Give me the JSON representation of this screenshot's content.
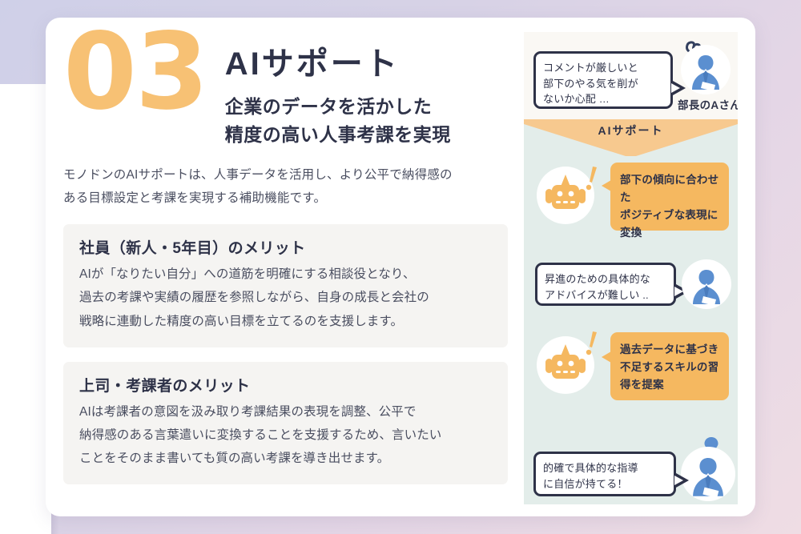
{
  "slide": {
    "number": "03",
    "title": "AIサポート",
    "subtitle_line1": "企業のデータを活かした",
    "subtitle_line2": "精度の高い人事考課を実現",
    "lead_line1": "モノドンのAIサポートは、人事データを活用し、より公平で納得感の",
    "lead_line2": "ある目標設定と考課を実現する補助機能です。"
  },
  "benefits": [
    {
      "title": "社員（新人・5年目）のメリット",
      "line1": "AIが「なりたい自分」への道筋を明確にする相談役となり、",
      "line2": "過去の考課や実績の履歴を参照しながら、自身の成長と会社の",
      "line3": "戦略に連動した精度の高い目標を立てるのを支援します。"
    },
    {
      "title": "上司・考課者のメリット",
      "line1": "AIは考課者の意図を汲み取り考課結果の表現を調整、公平で",
      "line2": "納得感のある言葉遣いに変換することを支援するため、言いたい",
      "line3": "ことをそのまま書いても質の高い考課を導き出せます。"
    }
  ],
  "flow": {
    "banner_label": "AIサポート",
    "bubble1": {
      "line1": "コメントが厳しいと",
      "line2": "部下のやる気を削が",
      "line3": "ないか心配 …"
    },
    "person1_name": "部長のAさん",
    "ai_card1": {
      "line1": "部下の傾向に合わせた",
      "line2": "ポジティブな表現に",
      "line3": "変換"
    },
    "bubble2": {
      "line1": "昇進のための具体的な",
      "line2": "アドバイスが難しい .."
    },
    "ai_card2": {
      "line1": "過去データに基づき",
      "line2": "不足するスキルの習",
      "line3": "得を提案"
    },
    "bubble3": {
      "line1": "的確で具体的な指導",
      "line2": "に自信が持てる！"
    }
  },
  "icons": {
    "robot": "robot-icon",
    "person": "businessman-avatar-icon",
    "worry": "sweat-drops-icon",
    "bulb": "lightbulb-icon",
    "bang": "exclamation-mark-icon"
  },
  "colors": {
    "accent_orange": "#f5b860",
    "number_orange": "#f7c174",
    "ink": "#2e3248",
    "panel_mint": "#e3edea",
    "card_gray": "#f5f4f2",
    "avatar_blue": "#5b8fd0"
  }
}
